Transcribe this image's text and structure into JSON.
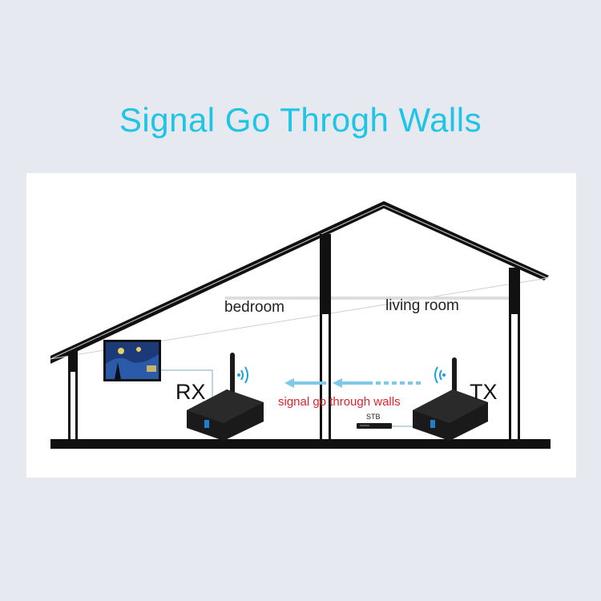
{
  "title": "Signal Go Throgh Walls",
  "rooms": {
    "bedroom": "bedroom",
    "living_room": "living room"
  },
  "devices": {
    "receiver_label": "RX",
    "transmitter_label": "TX",
    "set_top_box_label": "STB"
  },
  "signal_caption": "signal go through walls",
  "colors": {
    "title": "#1fc4e6",
    "signal_arrow": "#7ec8e8",
    "signal_caption": "#e0222a",
    "wall": "#111111",
    "background": "#e6e9ef"
  }
}
